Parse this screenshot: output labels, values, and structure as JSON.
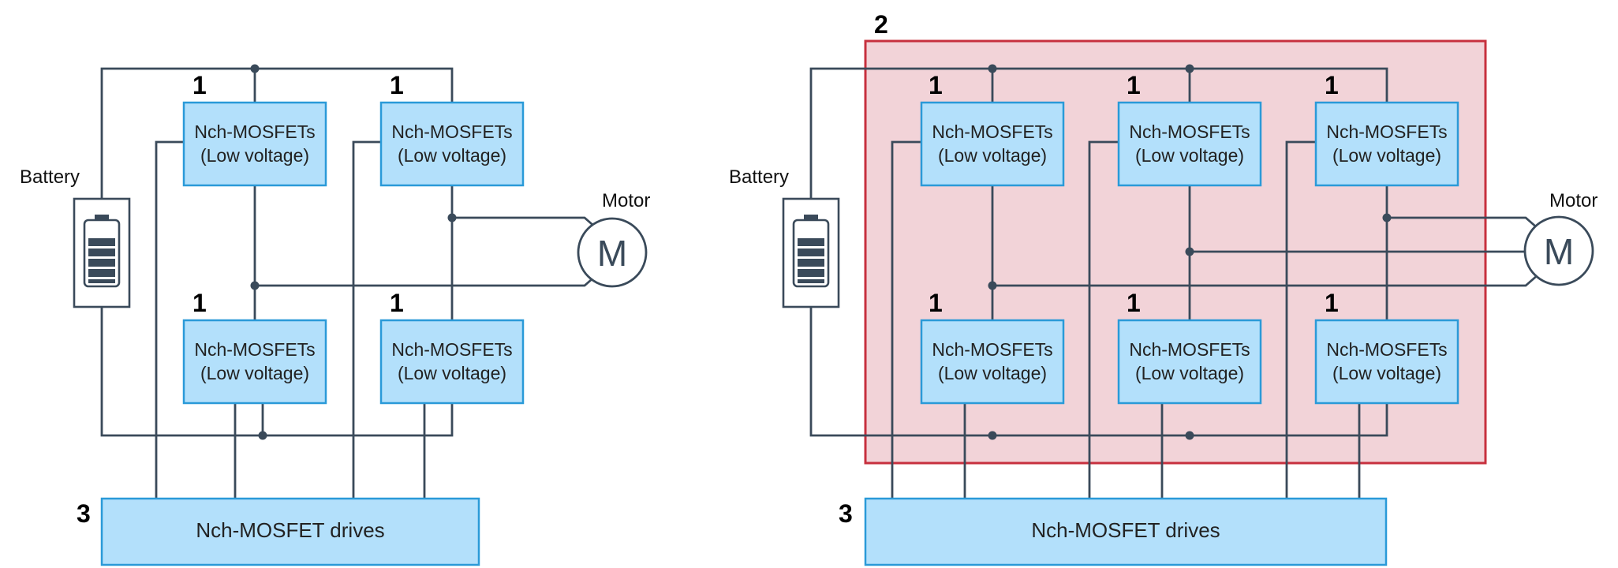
{
  "left_circuit": {
    "battery_label": "Battery",
    "motor_label": "Motor",
    "motor_symbol": "M",
    "mosfet_number": "1",
    "mosfet_line1": "Nch-MOSFETs",
    "mosfet_line2": "(Low voltage)",
    "driver_number": "3",
    "driver_label": "Nch-MOSFET drives"
  },
  "right_circuit": {
    "battery_label": "Battery",
    "motor_label": "Motor",
    "motor_symbol": "M",
    "mosfet_number": "1",
    "mosfet_line1": "Nch-MOSFETs",
    "mosfet_line2": "(Low voltage)",
    "driver_number": "3",
    "driver_label": "Nch-MOSFET drives",
    "highlight_number": "2"
  },
  "colors": {
    "wire": "#3a4a5a",
    "mosfet_fill": "#b3e0fb",
    "mosfet_border": "#2a9ad8",
    "highlight_fill": "#f2d3d8",
    "highlight_border": "#c7303e"
  }
}
